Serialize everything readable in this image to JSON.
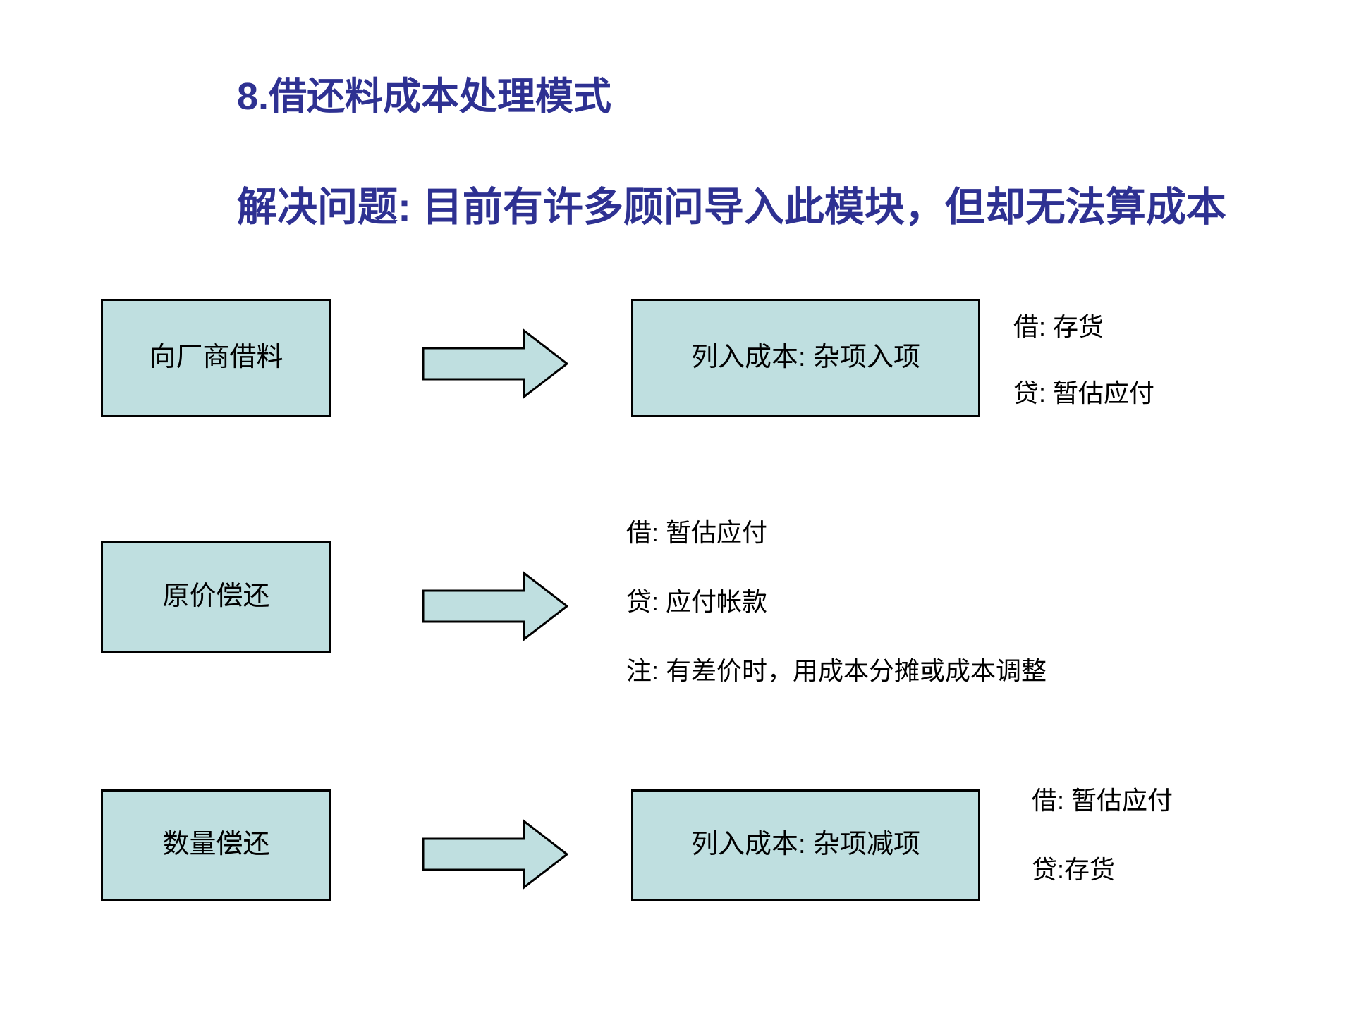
{
  "slide": {
    "title": "8.借还料成本处理模式",
    "subtitle": "解决问题: 目前有许多顾问导入此模块，但却无法算成本",
    "title_color": "#2e3192",
    "box_fill_color": "#bfdfe0",
    "box_border_color": "#000000",
    "arrow_fill_color": "#bfdfe0",
    "arrow_border_color": "#000000",
    "background_color": "#ffffff"
  },
  "flow_rows": [
    {
      "source_box": "向厂商借料",
      "arrow": "right-arrow",
      "target_box": "列入成本: 杂项入项",
      "notes": [
        "借: 存货",
        "贷: 暂估应付"
      ]
    },
    {
      "source_box": "原价偿还",
      "arrow": "right-arrow",
      "target_box": "",
      "notes": [
        "借: 暂估应付",
        "贷: 应付帐款",
        "注: 有差价时，用成本分摊或成本调整"
      ]
    },
    {
      "source_box": "数量偿还",
      "arrow": "right-arrow",
      "target_box": "列入成本: 杂项减项",
      "notes": [
        "借: 暂估应付",
        "贷:存货"
      ]
    }
  ]
}
